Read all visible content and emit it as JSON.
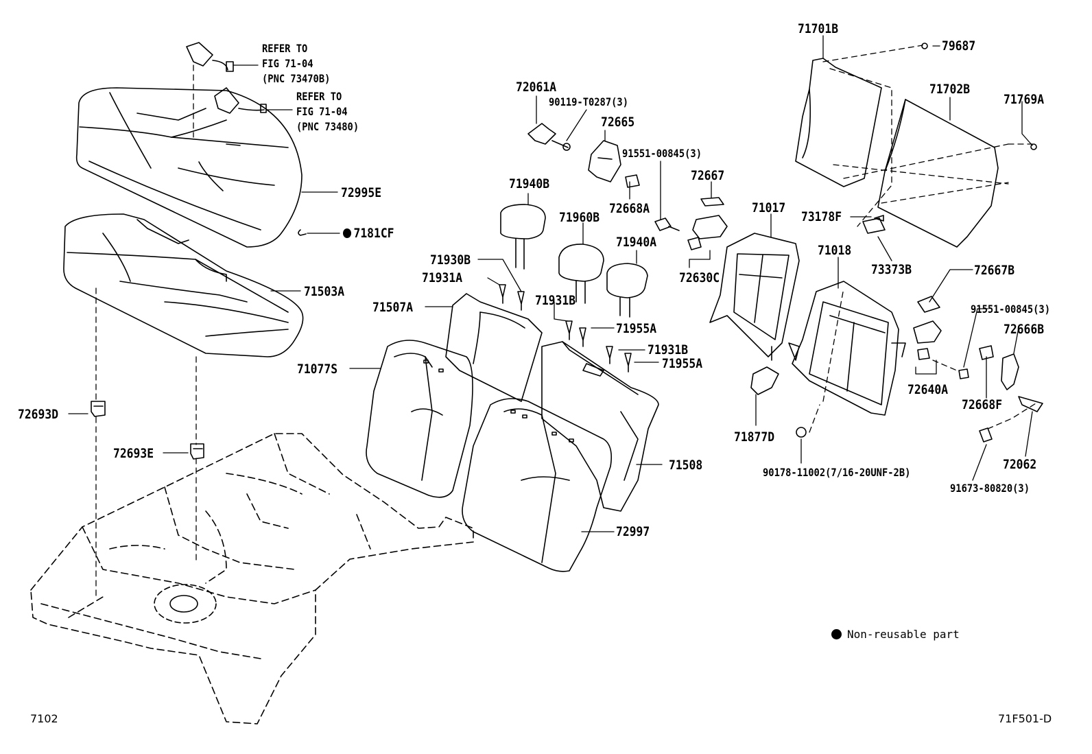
{
  "diagram": {
    "labels": {
      "refer_1": "REFER TO\nFIG 71-04\n(PNC 73470B)",
      "refer_2": "REFER TO\nFIG 71-04\n(PNC 73480)",
      "p72995E": "72995E",
      "p7181CF": "7181CF",
      "p71503A": "71503A",
      "p72693D": "72693D",
      "p72693E": "72693E",
      "p72061A": "72061A",
      "p90119": "90119-T0287(3)",
      "p72665": "72665",
      "p91551a": "91551-00845(3)",
      "p72667": "72667",
      "p71940B": "71940B",
      "p72668A": "72668A",
      "p71960B": "71960B",
      "p71940A": "71940A",
      "p71930B": "71930B",
      "p71931A": "71931A",
      "p71507A": "71507A",
      "p71931B_1": "71931B",
      "p71955A_1": "71955A",
      "p71931B_2": "71931B",
      "p71955A_2": "71955A",
      "p71077S": "71077S",
      "p72630C": "72630C",
      "p71017": "71017",
      "p71701B": "71701B",
      "p79687": "79687",
      "p71702B": "71702B",
      "p71769A": "71769A",
      "p73178F": "73178F",
      "p71018": "71018",
      "p73373B": "73373B",
      "p72667B": "72667B",
      "p91551b": "91551-00845(3)",
      "p72666B": "72666B",
      "p72640A": "72640A",
      "p72668F": "72668F",
      "p71877D": "71877D",
      "p71508": "71508",
      "p90178": "90178-11002(7/16-20UNF-2B)",
      "p72062": "72062",
      "p91673": "91673-80820(3)",
      "p72997": "72997"
    },
    "legend": "Non-reusable part",
    "corner_left": "7102",
    "corner_right": "71F501-D"
  }
}
